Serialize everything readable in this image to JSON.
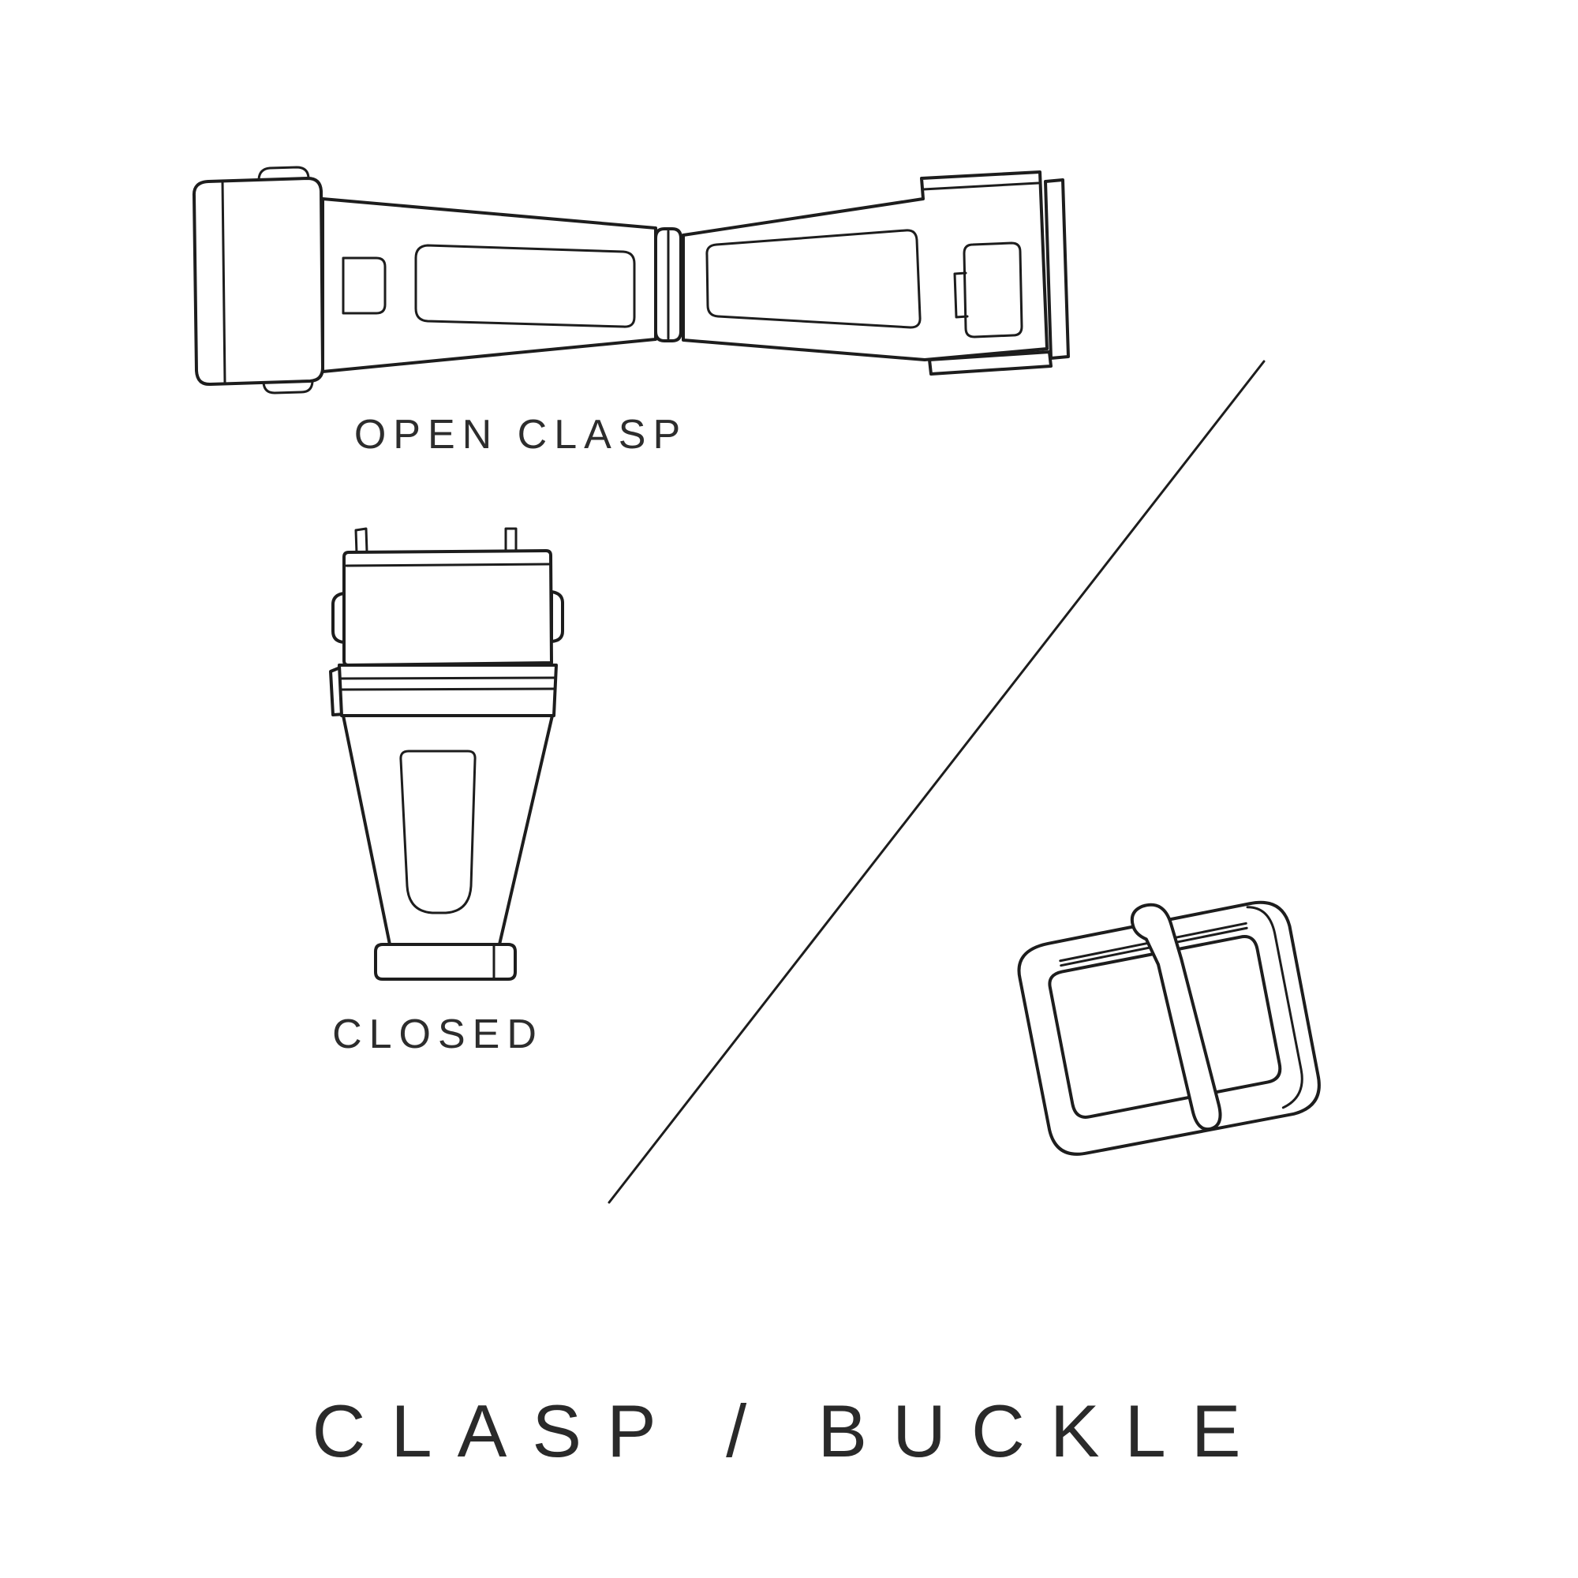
{
  "colors": {
    "background": "#ffffff",
    "line": "#1d1d1d",
    "text": "#2d2d2d"
  },
  "diagram": {
    "open_clasp": {
      "label": "OPEN CLASP"
    },
    "closed_clasp": {
      "label": "CLOSED"
    },
    "title": "CLASP / BUCKLE"
  }
}
